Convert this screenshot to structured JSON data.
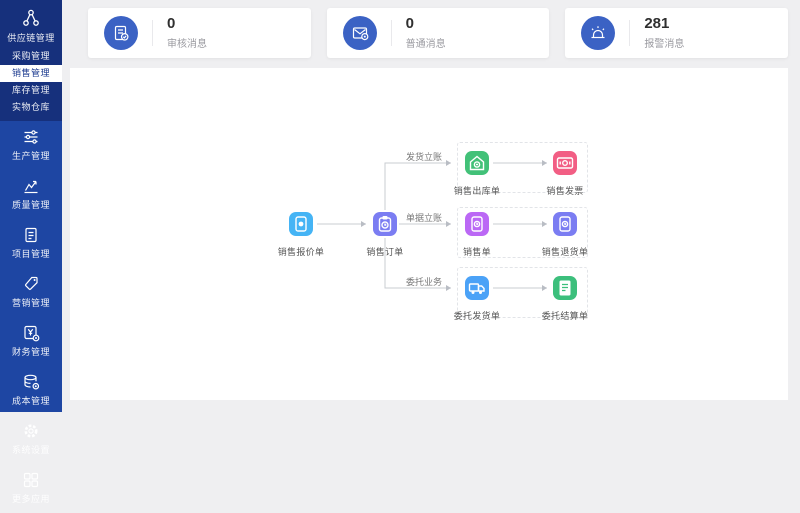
{
  "sidebar": {
    "group1": [
      {
        "label": "供应链管理"
      },
      {
        "label": "采购管理"
      },
      {
        "label": "销售管理",
        "selected": true
      },
      {
        "label": "库存管理"
      },
      {
        "label": "实物仓库"
      }
    ],
    "group2": [
      {
        "label": "生产管理"
      },
      {
        "label": "质量管理"
      },
      {
        "label": "项目管理"
      },
      {
        "label": "营销管理"
      },
      {
        "label": "财务管理"
      },
      {
        "label": "成本管理"
      },
      {
        "label": "系统设置"
      },
      {
        "label": "更多应用"
      }
    ],
    "colors": {
      "group1_bg": "#16307c",
      "group2_bg": "#1e46a3",
      "selected_text": "#1b3a8f"
    }
  },
  "cards": [
    {
      "value": "0",
      "label": "审核消息",
      "icon": "audit-document-icon",
      "icon_bg": "#3b62c4"
    },
    {
      "value": "0",
      "label": "普通消息",
      "icon": "mail-icon",
      "icon_bg": "#3b62c4"
    },
    {
      "value": "281",
      "label": "报警消息",
      "icon": "alarm-icon",
      "icon_bg": "#3b62c4"
    }
  ],
  "flow": {
    "nodes": {
      "quotation": {
        "label": "销售报价单",
        "color": "#45b4f5"
      },
      "order": {
        "label": "销售订单",
        "color": "#7b7df2"
      },
      "outbound": {
        "label": "销售出库单",
        "color": "#42c178"
      },
      "invoice": {
        "label": "销售发票",
        "color": "#f25e84"
      },
      "sale": {
        "label": "销售单",
        "color": "#bb68f5"
      },
      "sale_return": {
        "label": "销售退货单",
        "color": "#7b7df2"
      },
      "consign_ship": {
        "label": "委托发货单",
        "color": "#4ba2f7"
      },
      "consign_settle": {
        "label": "委托结算单",
        "color": "#3cbf7c"
      }
    },
    "edge_labels": {
      "ship": "发货立账",
      "doc": "单据立账",
      "consign": "委托业务"
    }
  }
}
